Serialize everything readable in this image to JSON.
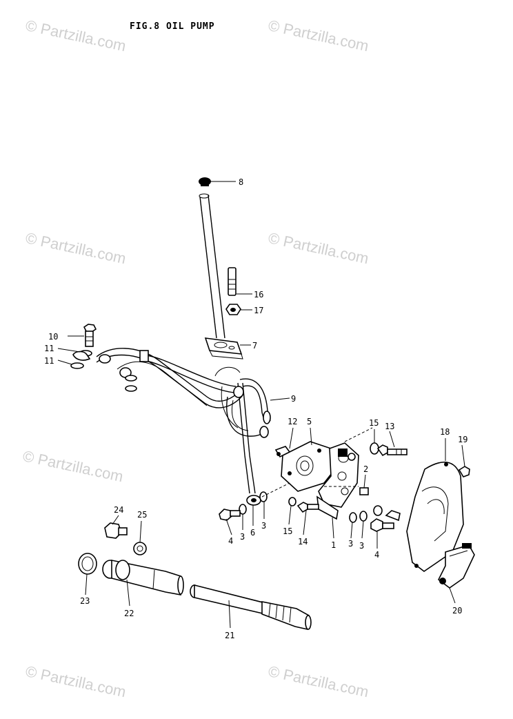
{
  "title": "FIG.8  OIL PUMP",
  "watermark": "© Partzilla.com",
  "callouts": [
    "1",
    "2",
    "3",
    "4",
    "5",
    "6",
    "7",
    "8",
    "9",
    "10",
    "11",
    "12",
    "13",
    "14",
    "15",
    "16",
    "17",
    "18",
    "19",
    "20",
    "21",
    "22",
    "23",
    "24",
    "25"
  ]
}
